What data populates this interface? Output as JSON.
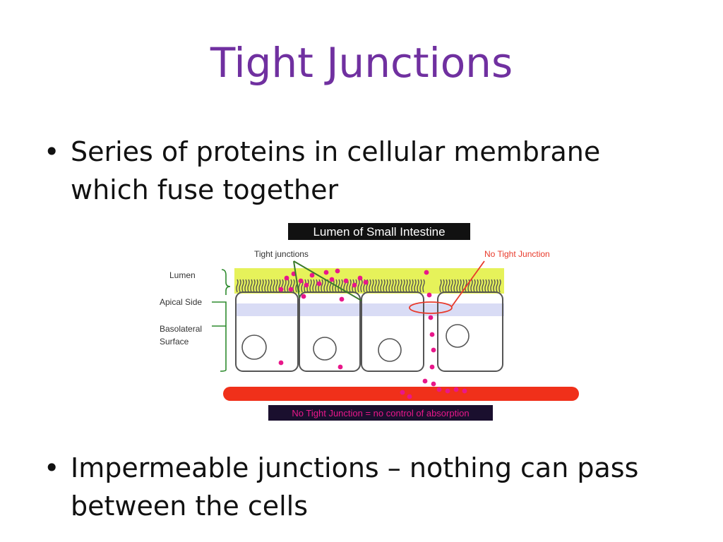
{
  "slide": {
    "title": "Tight Junctions",
    "bullets": [
      {
        "marker": "•",
        "text": "Series of proteins in cellular membrane which fuse together"
      },
      {
        "marker": "•",
        "text": "Impermeable junctions – nothing can pass between the cells"
      }
    ]
  },
  "diagram": {
    "top_banner": "Lumen of Small Intestine",
    "bottom_banner": "No Tight Junction = no control of absorption",
    "callout_tight": "Tight junctions",
    "callout_no_tight": "No Tight Junction",
    "side_labels": {
      "lumen": "Lumen",
      "apical": "Apical Side",
      "basolateral_1": "Basolateral",
      "basolateral_2": "Surface"
    },
    "colors": {
      "title": "#7030a0",
      "lumen_band": "#e6f25a",
      "apical_band": "#d9dcf5",
      "blood_vessel": "#f0301a",
      "particles": "#e8178a",
      "callout_no_tight": "#e8392a",
      "callout_tight": "#3a7a2a",
      "brace": "#2e8b2e",
      "banner_top_bg": "#111111",
      "banner_bottom_bg": "#1a0f2e"
    }
  }
}
